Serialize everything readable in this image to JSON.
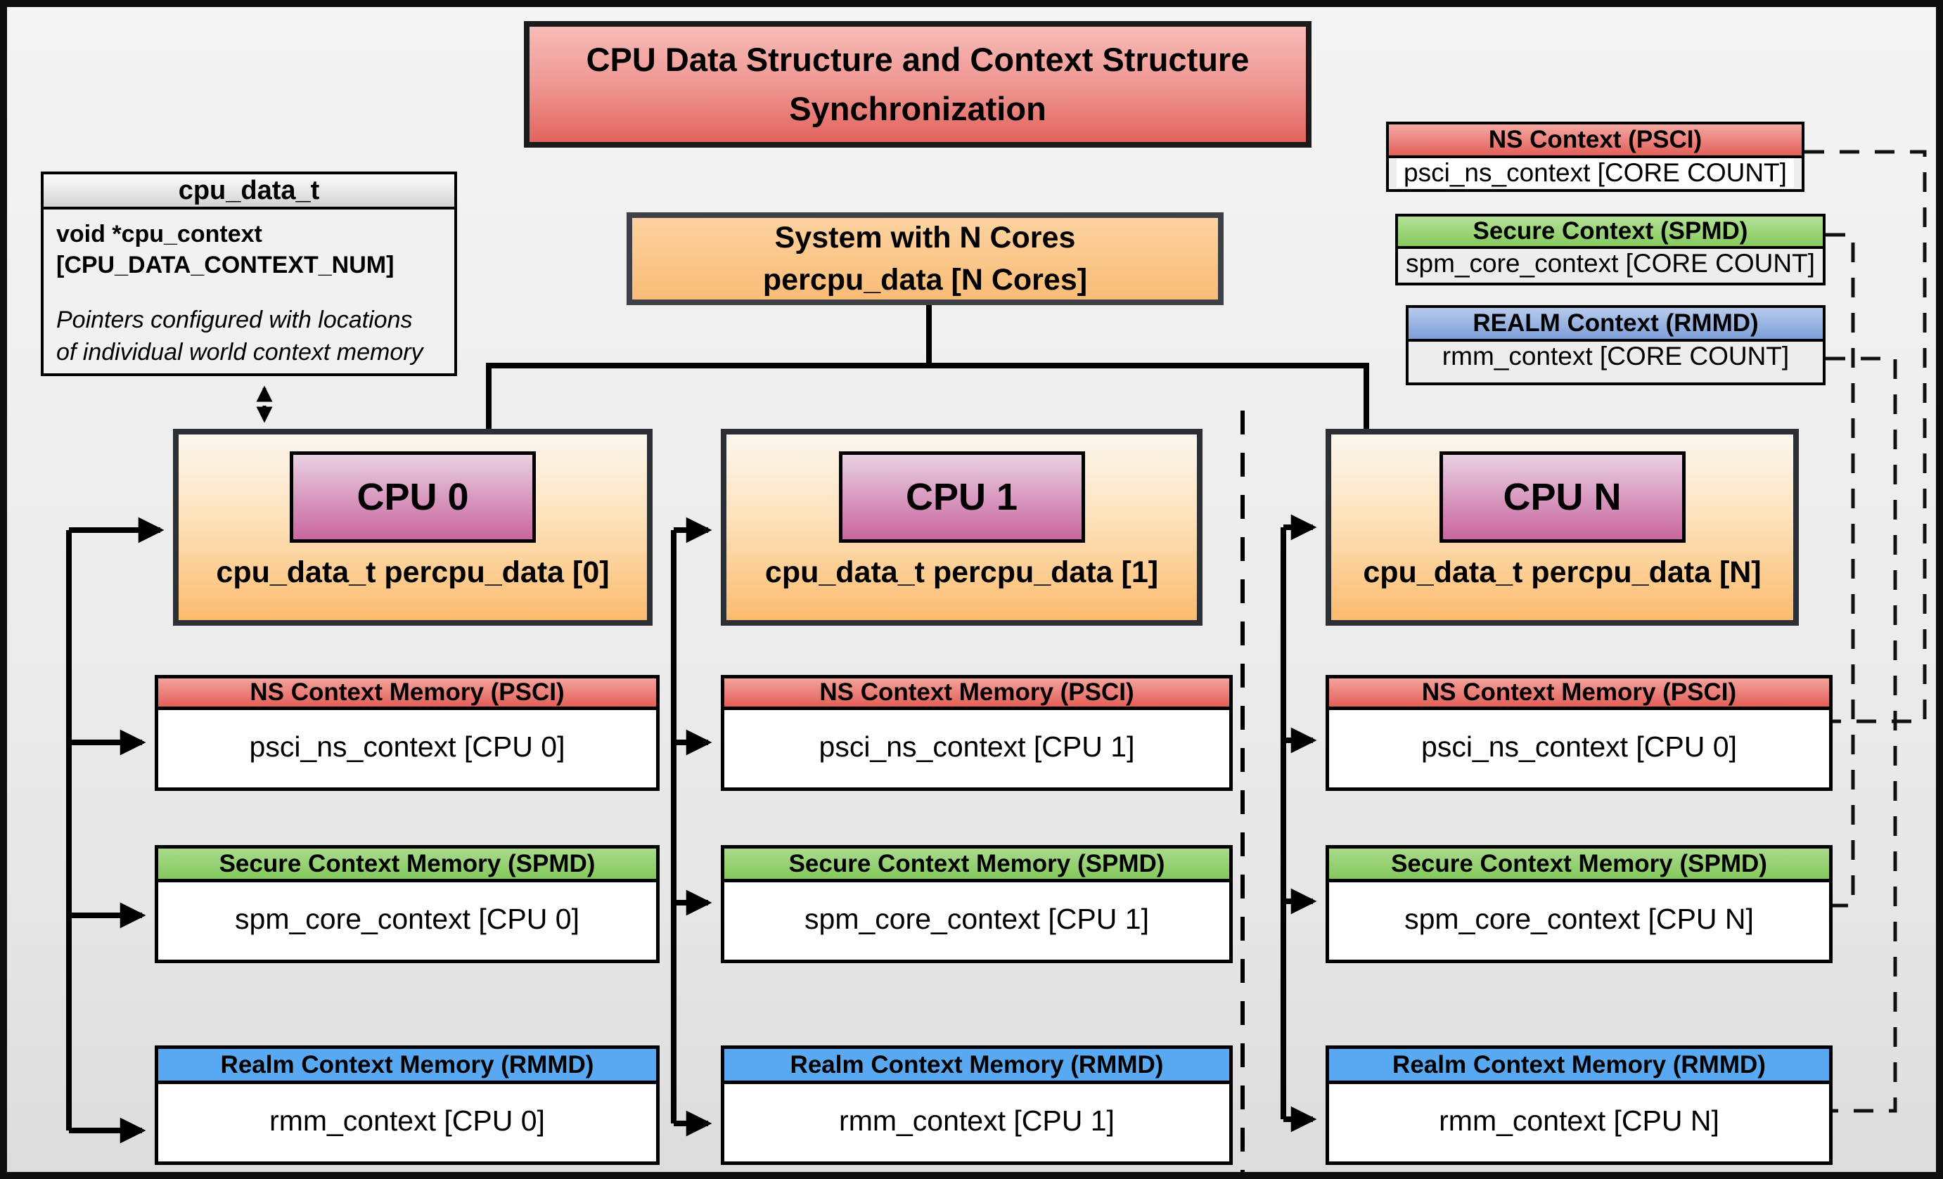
{
  "title": {
    "line1": "CPU Data Structure and Context Structure",
    "line2": "Synchronization"
  },
  "cpu_data_t_box": {
    "header": "cpu_data_t",
    "field_line1": "void  *cpu_context",
    "field_line2": "[CPU_DATA_CONTEXT_NUM]",
    "note_line1": "Pointers configured with locations",
    "note_line2": "of individual world context memory"
  },
  "system_box": {
    "line1": "System with N Cores",
    "line2": "percpu_data [N Cores]"
  },
  "legend": {
    "items": [
      {
        "id": "ns",
        "header": "NS Context  (PSCI)",
        "body": "psci_ns_context [CORE COUNT]",
        "header_color": "#e4605a"
      },
      {
        "id": "secure",
        "header": "Secure Context (SPMD)",
        "body": "spm_core_context [CORE COUNT]",
        "header_color": "#86ca5e"
      },
      {
        "id": "realm",
        "header": "REALM Context (RMMD)",
        "body": "rmm_context [CORE COUNT]",
        "header_color": "#7d9fd8"
      }
    ]
  },
  "cpus": [
    {
      "id": "cpu0",
      "name": "CPU 0",
      "data_label": "cpu_data_t percpu_data [0]",
      "ns_header": "NS Context Memory (PSCI)",
      "ns_body": "psci_ns_context [CPU 0]",
      "secure_header": "Secure Context Memory (SPMD)",
      "secure_body": "spm_core_context [CPU 0]",
      "realm_header": "Realm Context Memory (RMMD)",
      "realm_body": "rmm_context [CPU 0]"
    },
    {
      "id": "cpu1",
      "name": "CPU 1",
      "data_label": "cpu_data_t percpu_data [1]",
      "ns_header": "NS Context Memory (PSCI)",
      "ns_body": "psci_ns_context [CPU 1]",
      "secure_header": "Secure Context Memory (SPMD)",
      "secure_body": "spm_core_context [CPU 1]",
      "realm_header": "Realm Context Memory (RMMD)",
      "realm_body": "rmm_context [CPU 1]"
    },
    {
      "id": "cpuN",
      "name": "CPU N",
      "data_label": "cpu_data_t percpu_data [N]",
      "ns_header": "NS Context Memory (PSCI)",
      "ns_body": "psci_ns_context [CPU 0]",
      "secure_header": "Secure Context Memory (SPMD)",
      "secure_body": "spm_core_context [CPU N]",
      "realm_header": "Realm Context Memory (RMMD)",
      "realm_body": "rmm_context [CPU N]"
    }
  ],
  "colors": {
    "accent_red": "#e4605a",
    "accent_green": "#86ca5e",
    "accent_blue_realm": "#58a9f2",
    "accent_blue_legend": "#7d9fd8",
    "accent_orange": "#fbbb6e",
    "accent_pink": "#c9669f",
    "header_gray": "#d3d3d3",
    "line_black": "#000000"
  }
}
